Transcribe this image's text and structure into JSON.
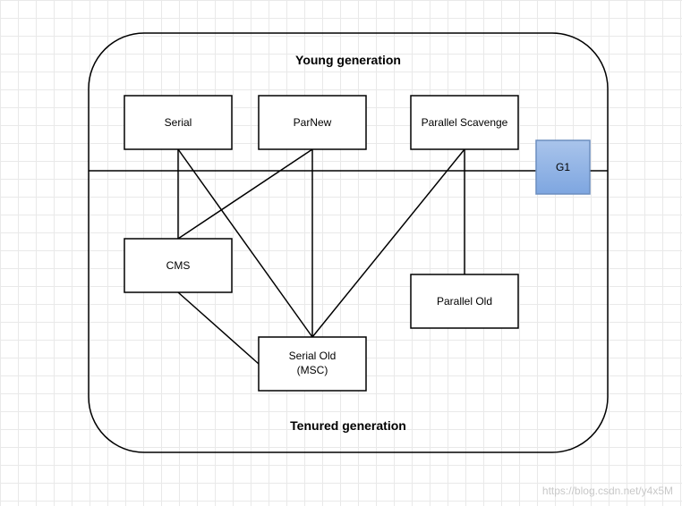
{
  "regions": {
    "young": "Young generation",
    "tenured": "Tenured generation"
  },
  "nodes": {
    "serial": "Serial",
    "parnew": "ParNew",
    "parallel_scavenge": "Parallel Scavenge",
    "g1": "G1",
    "cms": "CMS",
    "parallel_old": "Parallel Old",
    "serial_old_line1": "Serial Old",
    "serial_old_line2": "(MSC)"
  },
  "edges": [
    {
      "from": "Serial",
      "to": "CMS"
    },
    {
      "from": "Serial",
      "to": "Serial Old"
    },
    {
      "from": "ParNew",
      "to": "CMS"
    },
    {
      "from": "ParNew",
      "to": "Serial Old"
    },
    {
      "from": "Parallel Scavenge",
      "to": "Serial Old"
    },
    {
      "from": "Parallel Scavenge",
      "to": "Parallel Old"
    },
    {
      "from": "CMS",
      "to": "Serial Old"
    }
  ],
  "colors": {
    "g1_fill_top": "#a9c4eb",
    "g1_fill_bottom": "#7ea6e0",
    "g1_stroke": "#6c8ebf",
    "line": "#000000"
  },
  "watermark": "https://blog.csdn.net/y4x5M"
}
